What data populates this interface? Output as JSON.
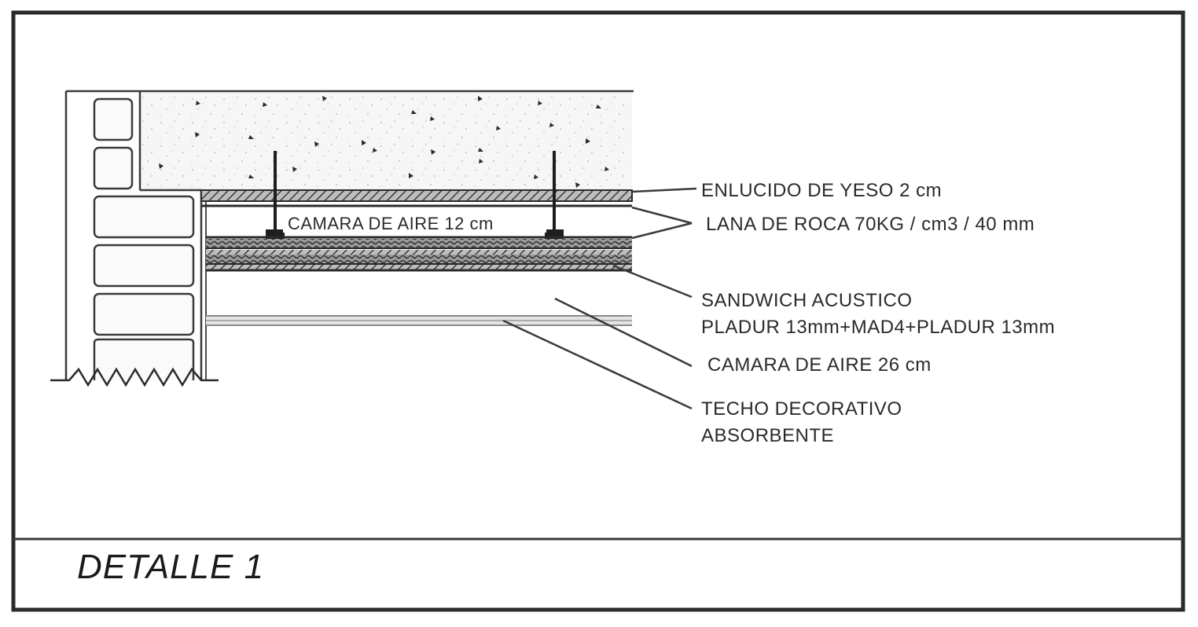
{
  "title": "DETALLE 1",
  "inner_label": "CAMARA DE AIRE 12 cm",
  "labels": {
    "enlucido": "ENLUCIDO DE YESO 2 cm",
    "lana": "LANA DE ROCA 70KG / cm3 / 40 mm",
    "sandwich_1": "SANDWICH ACUSTICO",
    "sandwich_2": "PLADUR 13mm+MAD4+PLADUR 13mm",
    "camara26": "CAMARA DE AIRE 26 cm",
    "techo_1": "TECHO DECORATIVO",
    "techo_2": "ABSORBENTE"
  }
}
